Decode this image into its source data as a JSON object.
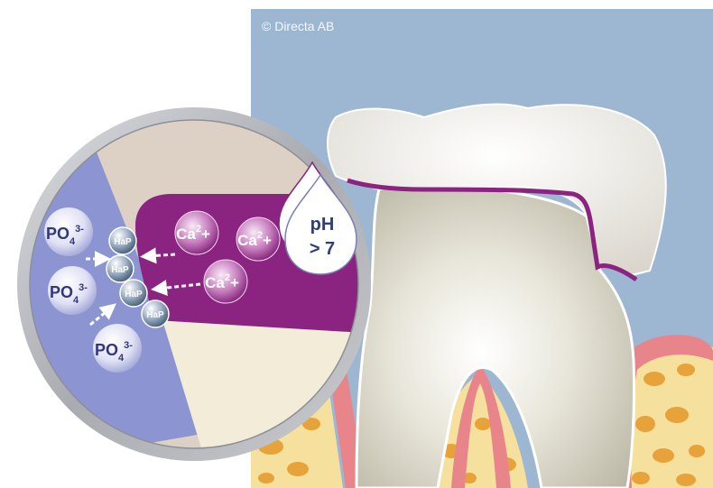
{
  "copyright": "© Directa AB",
  "ph_label": {
    "line1": "pH",
    "line2": "> 7"
  },
  "ions": {
    "calcium": {
      "base": "Ca",
      "superscript": "2",
      "suffix": "+"
    },
    "phosphate": {
      "base": "PO",
      "subscript": "4",
      "superscript": "3-"
    },
    "hydroxyapatite": "HaP"
  },
  "colors": {
    "background_blue": "#9db7d3",
    "enamel_purple": "#8b2380",
    "dentin_beige": "#ddd0c4",
    "pulp_cream": "#f3ecd9",
    "lavender_zone": "#8c95d2",
    "gum_pink": "#e8858a",
    "bone_yellow": "#f6e09d",
    "bone_orange": "#e8a23a",
    "magnifier_ring": "#b7b9bd"
  }
}
